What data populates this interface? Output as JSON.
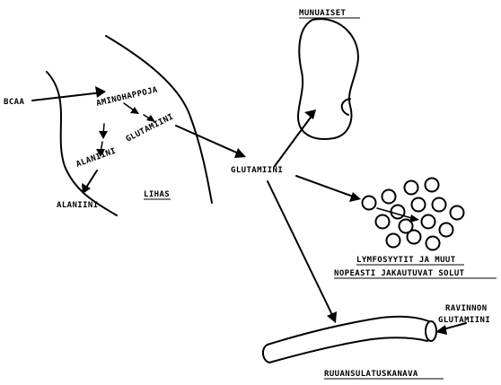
{
  "labels": {
    "bcaa": "BCAA",
    "aminohappoja": "AMINOHAPPOJA",
    "glutamiini_muscle": "GLUTAMIINI",
    "alaniini_inner": "ALANIINI",
    "alaniini_out": "ALANIINI",
    "lihas": "LIHAS",
    "glutamiini_center": "GLUTAMIINI",
    "munuaiset": "MUNUAISET",
    "lymfo_line1": "LYMFOSYYTIT JA MUUT",
    "lymfo_line2": "NOPEASTI JAKAUTUVAT SOLUT",
    "ravinnon_line1": "RAVINNON",
    "ravinnon_line2": "GLUTAMIINI",
    "ruuansulatus": "RUUANSULATUSKANAVA"
  }
}
